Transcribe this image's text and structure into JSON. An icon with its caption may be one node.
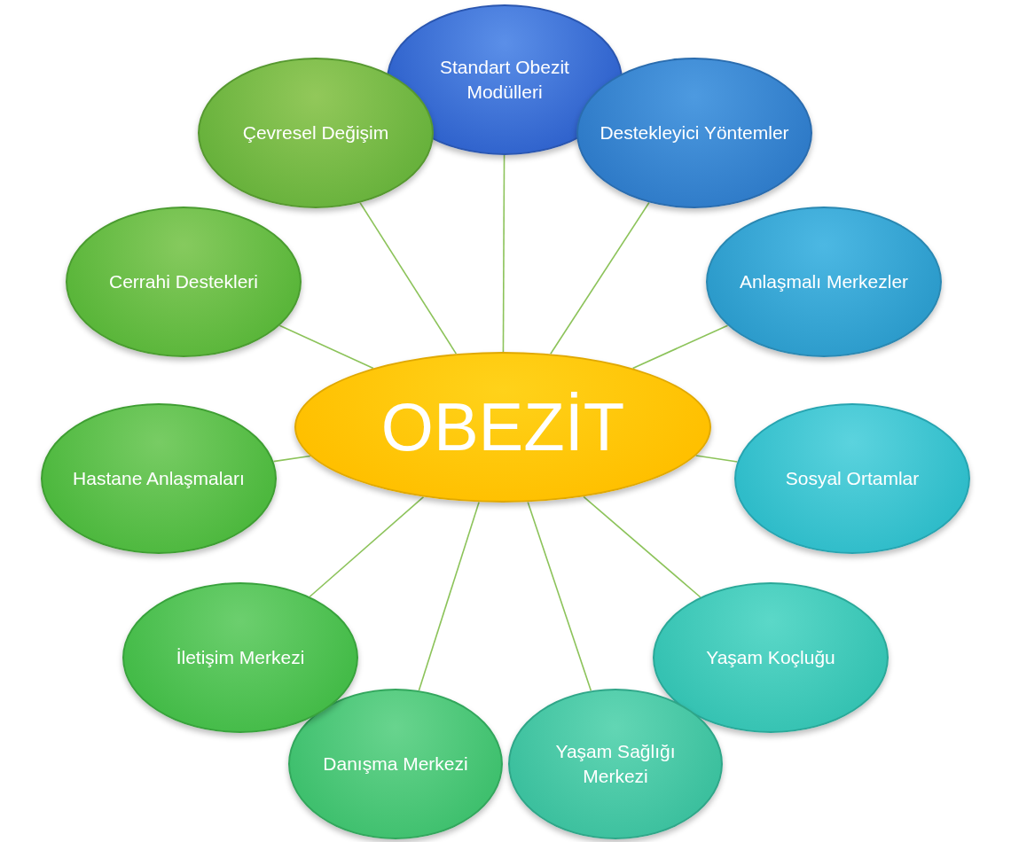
{
  "diagram": {
    "nodes": [
      {
        "text": [
          "OBEZİT"
        ]
      },
      {
        "text": [
          "Standart Obezit Modülleri"
        ]
      },
      {
        "text": [
          "Destekleyici Yöntemler"
        ]
      },
      {
        "text": [
          "Anlaşmalı Merkezler"
        ]
      },
      {
        "text": [
          "Sosyal Ortamlar"
        ]
      },
      {
        "text": [
          "Yaşam Koçluğu"
        ]
      },
      {
        "text": [
          "Yaşam Sağlığı Merkezi"
        ]
      },
      {
        "text": [
          "Danışma Merkezi"
        ]
      },
      {
        "text": [
          "İletişim Merkezi"
        ]
      },
      {
        "text": [
          "Hastane Anlaşmaları"
        ]
      },
      {
        "text": [
          "Cerrahi Destekleri"
        ]
      },
      {
        "text": [
          "Çevresel Değişim"
        ]
      }
    ],
    "edges": [
      {
        "from": 0,
        "to": 1,
        "arrow": "none"
      },
      {
        "from": 0,
        "to": 2,
        "arrow": "none"
      },
      {
        "from": 0,
        "to": 3,
        "arrow": "none"
      },
      {
        "from": 0,
        "to": 4,
        "arrow": "none"
      },
      {
        "from": 0,
        "to": 5,
        "arrow": "none"
      },
      {
        "from": 0,
        "to": 6,
        "arrow": "none"
      },
      {
        "from": 0,
        "to": 7,
        "arrow": "none"
      },
      {
        "from": 0,
        "to": 8,
        "arrow": "none"
      },
      {
        "from": 0,
        "to": 9,
        "arrow": "none"
      },
      {
        "from": 0,
        "to": 10,
        "arrow": "none"
      },
      {
        "from": 0,
        "to": 11,
        "arrow": "none"
      }
    ]
  }
}
